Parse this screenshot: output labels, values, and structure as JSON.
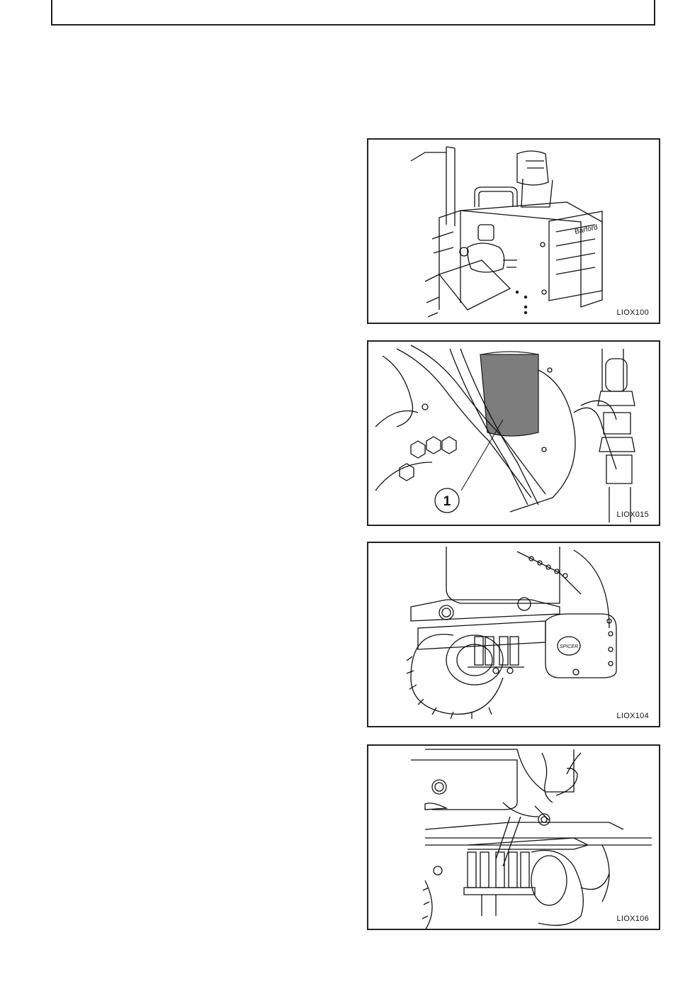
{
  "header": {
    "text": ""
  },
  "figures": [
    {
      "code": "LIOX100",
      "brand": "Barford"
    },
    {
      "code": "LIOX015",
      "callout": "1"
    },
    {
      "code": "LIOX104",
      "brand": "SPICER"
    },
    {
      "code": "LIOX106"
    }
  ]
}
